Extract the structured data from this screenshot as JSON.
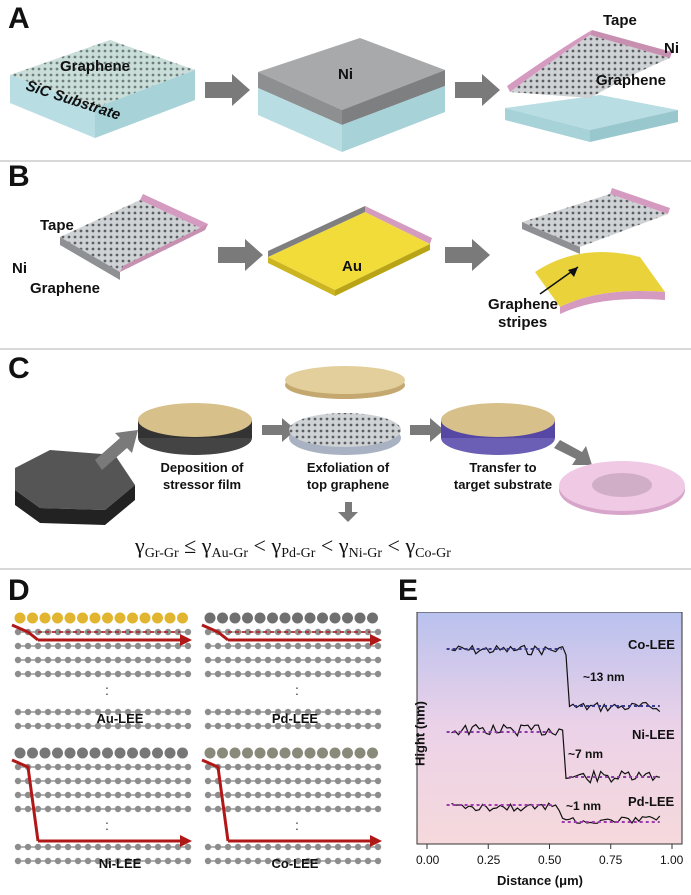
{
  "panels": {
    "A": {
      "label": "A",
      "graphene": "Graphene",
      "substrate": "SiC Substrate",
      "ni": "Ni",
      "tape": "Tape",
      "ni2": "Ni",
      "graphene2": "Graphene"
    },
    "B": {
      "label": "B",
      "tape": "Tape",
      "ni": "Ni",
      "graphene": "Graphene",
      "au": "Au",
      "stripes_line1": "Graphene",
      "stripes_line2": "stripes"
    },
    "C": {
      "label": "C",
      "step1_line1": "Deposition of",
      "step1_line2": "stressor film",
      "step2_line1": "Exfoliation of",
      "step2_line2": "top graphene",
      "step3_line1": "Transfer to",
      "step3_line2": "target substrate",
      "equation": {
        "t1": "Gr-Gr",
        "t2": "Au-Gr",
        "t3": "Pd-Gr",
        "t4": "Ni-Gr",
        "t5": "Co-Gr",
        "symbol": "γ",
        "le": "≤",
        "lt": "<"
      }
    },
    "D": {
      "label": "D",
      "au": "Au-LEE",
      "pd": "Pd-LEE",
      "ni": "Ni-LEE",
      "co": "Co-LEE",
      "dots": ":"
    },
    "E": {
      "label": "E",
      "ylabel": "Hight (nm)",
      "xlabel": "Distance (μm)",
      "xticks": [
        "0.00",
        "0.25",
        "0.50",
        "0.75",
        "1.00"
      ],
      "series": [
        {
          "name": "Co-LEE",
          "step": "~13 nm"
        },
        {
          "name": "Ni-LEE",
          "step": "~7 nm"
        },
        {
          "name": "Pd-LEE",
          "step": "~1 nm"
        }
      ]
    }
  }
}
